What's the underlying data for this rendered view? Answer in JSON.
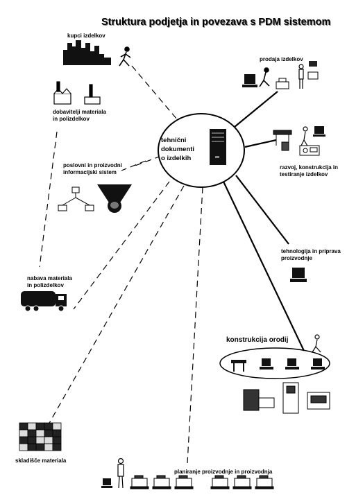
{
  "title": "Struktura podjetja in povezava s PDM sistemom",
  "center": {
    "line1": "tehnični",
    "line2": "dokumenti",
    "line3": "o izdelkih"
  },
  "nodes": {
    "kupci": "kupci izdelkov",
    "dobavitelji_1": "dobavitelji materiala",
    "dobavitelji_2": "in polizdelkov",
    "poslovni_1": "poslovni in proizvodni",
    "poslovni_2": "informacijski sistem",
    "prodaja": "prodaja izdelkov",
    "razvoj_1": "razvoj, konstrukcija in",
    "razvoj_2": "testiranje izdelkov",
    "tehnologija_1": "tehnologija in priprava",
    "tehnologija_2": "proizvodnje",
    "nabava_1": "nabava materiala",
    "nabava_2": "in polizdelkov",
    "konstrukcija": "konstrukcija orodij",
    "skladisce": "skladišče materiala",
    "planiranje": "planiranje proizvodnje in proizvodnja"
  }
}
